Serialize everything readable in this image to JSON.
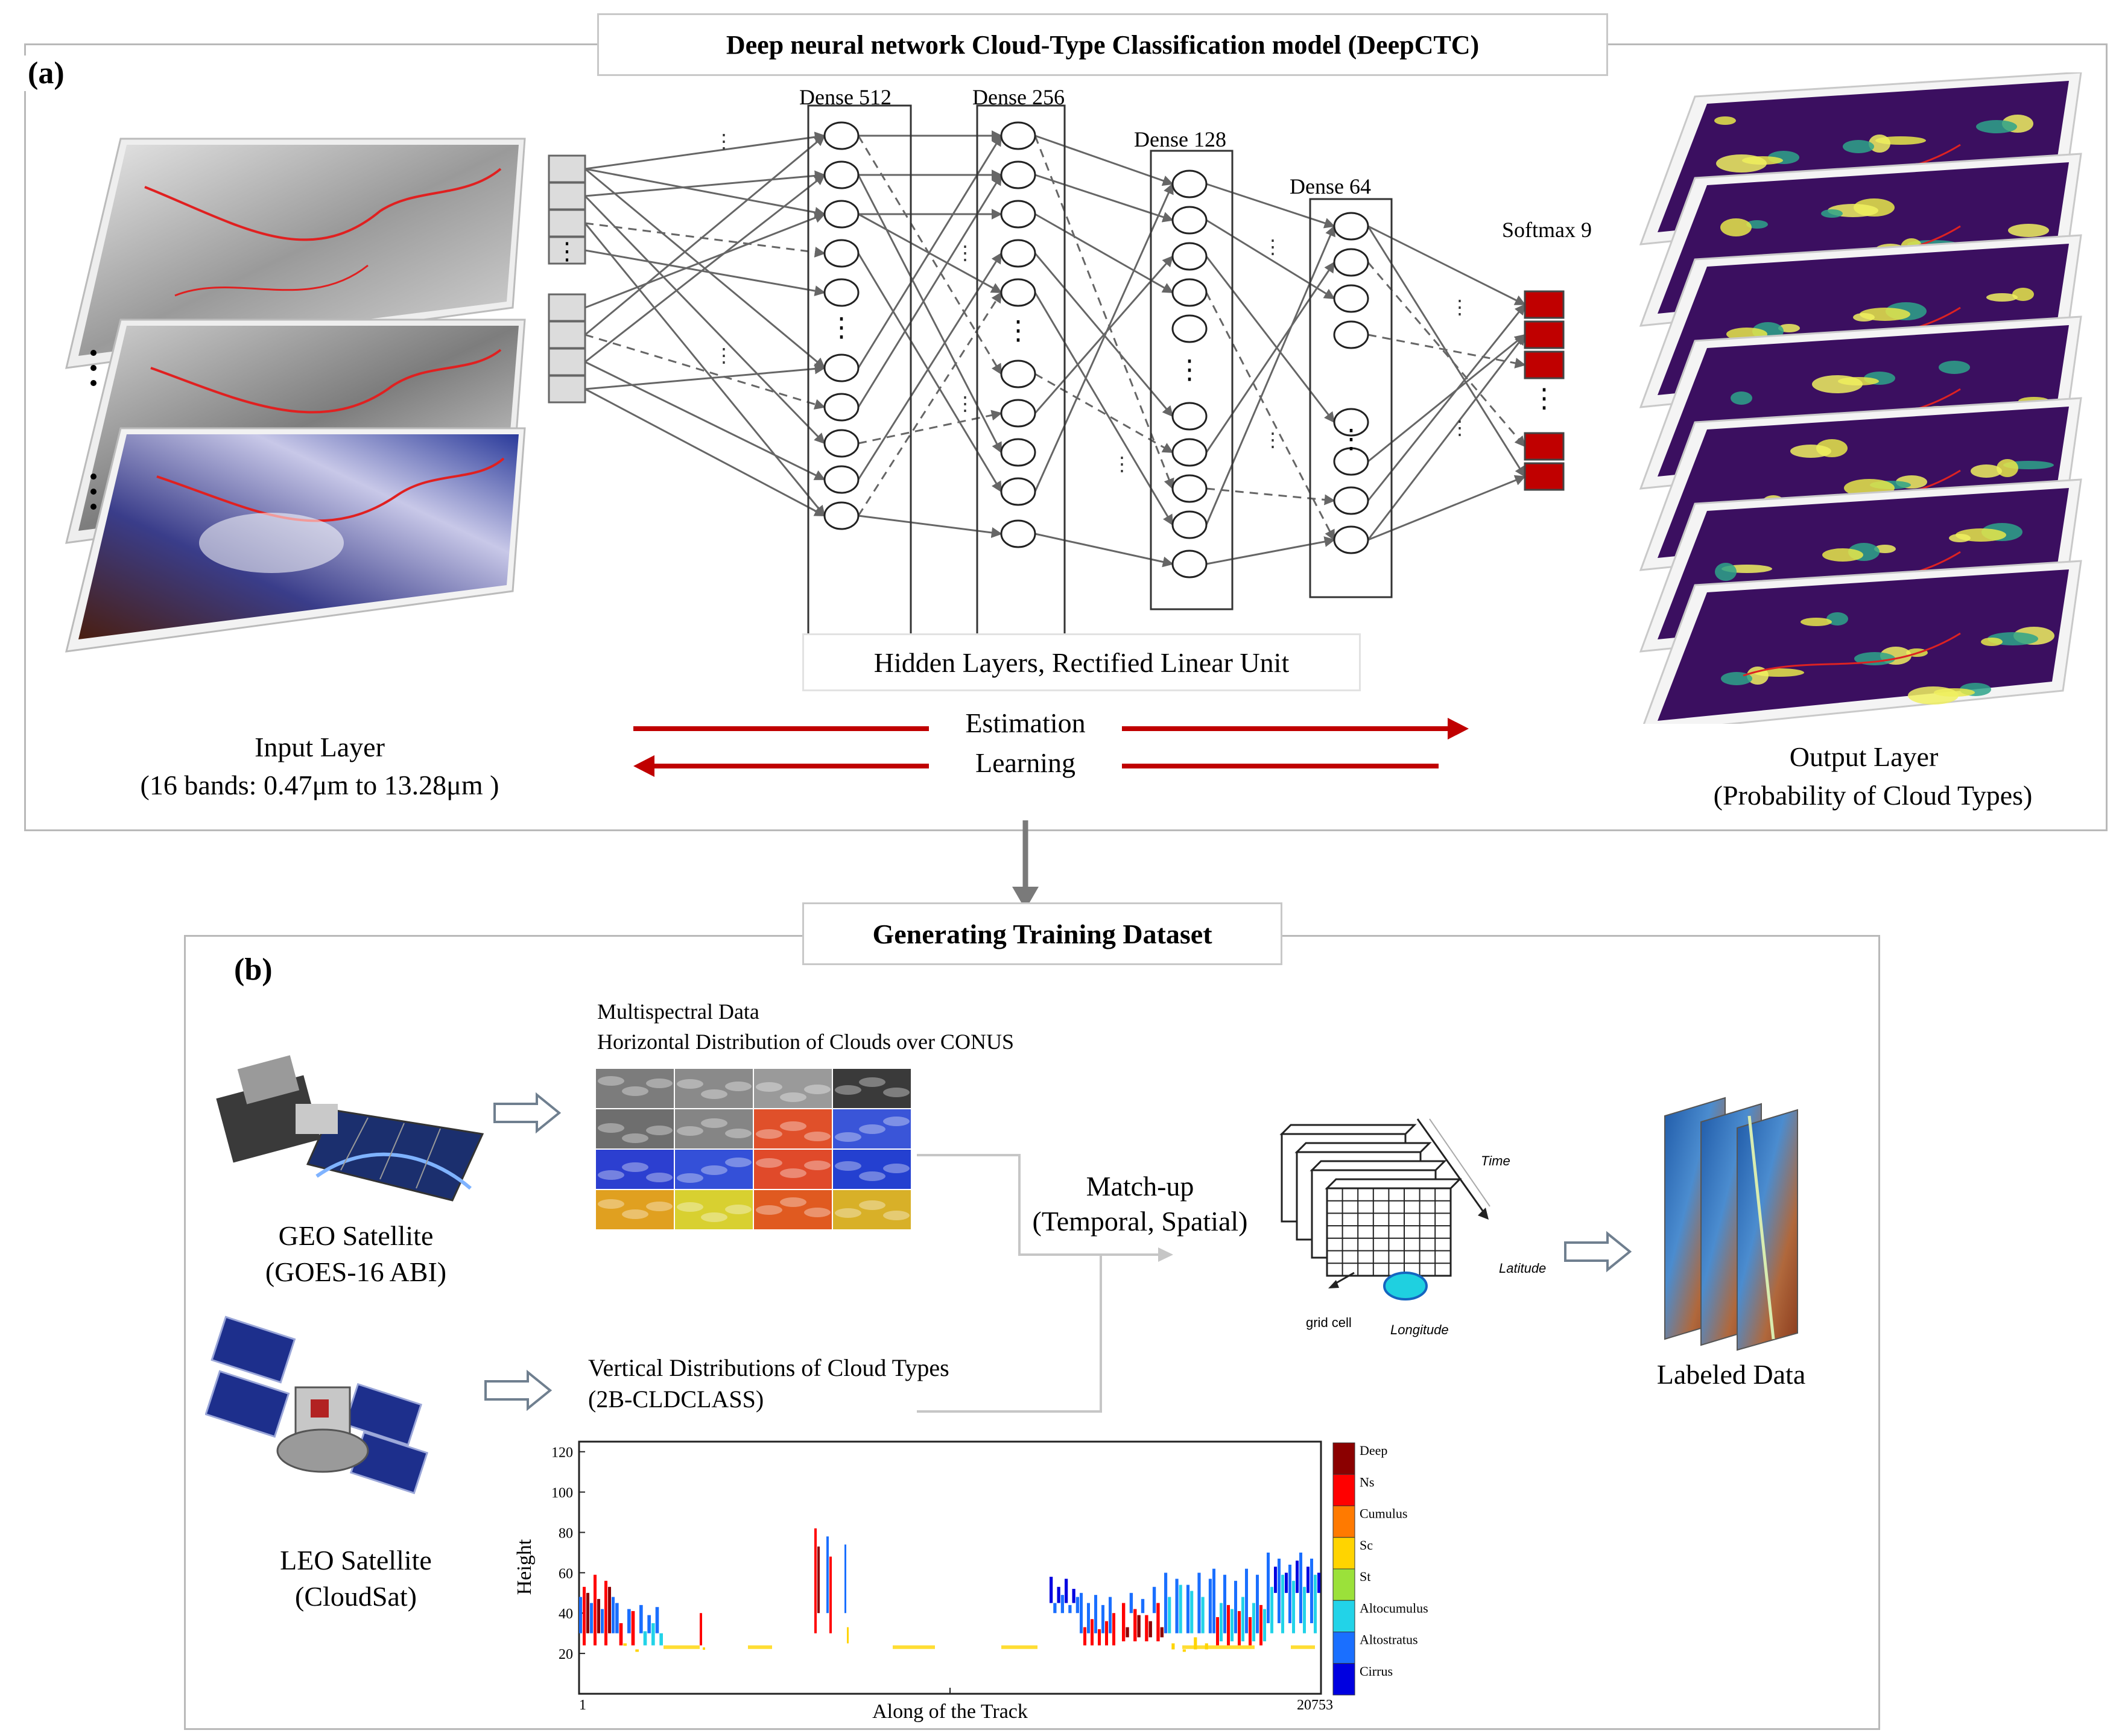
{
  "panel_a": {
    "tag": "(a)",
    "title": "Deep neural network Cloud-Type Classification model (DeepCTC)",
    "layers": [
      {
        "label": "Dense 512"
      },
      {
        "label": "Dense 256"
      },
      {
        "label": "Dense 128"
      },
      {
        "label": "Dense 64"
      },
      {
        "label": "Softmax 9"
      }
    ],
    "hidden_caption": "Hidden Layers, Rectified Linear Unit",
    "estimation": "Estimation",
    "learning": "Learning",
    "input_title": "Input Layer",
    "input_sub": "(16 bands: 0.47μm to 13.28μm )",
    "output_title": "Output Layer",
    "output_sub": "(Probability of Cloud Types)"
  },
  "panel_b": {
    "tag": "(b)",
    "title": "Generating Training Dataset",
    "multispectral_line1": "Multispectral Data",
    "multispectral_line2": "Horizontal Distribution of Clouds over CONUS",
    "geo_line1": "GEO Satellite",
    "geo_line2": "(GOES-16 ABI)",
    "leo_line1": "LEO Satellite",
    "leo_line2": "(CloudSat)",
    "matchup_line1": "Match-up",
    "matchup_line2": "(Temporal, Spatial)",
    "vertical_line1": "Vertical Distributions of Cloud Types",
    "vertical_line2": "(2B-CLDCLASS)",
    "labeled": "Labeled Data",
    "grid_time": "Time",
    "grid_latitude": "Latitude",
    "grid_longitude": "Longitude",
    "grid_cell": "grid cell"
  },
  "chart_data": {
    "type": "heatmap",
    "xlabel": "Along of the Track",
    "ylabel": "Height",
    "x_ticks": [
      "1",
      "20753"
    ],
    "y_ticks": [
      "20",
      "40",
      "60",
      "80",
      "100",
      "120"
    ],
    "ylim": [
      0,
      125
    ],
    "legend": [
      "Deep",
      "Ns",
      "Cumulus",
      "Sc",
      "St",
      "Altocumulus",
      "Altostratus",
      "Cirrus"
    ],
    "colors": {
      "Deep": "#8b0000",
      "Ns": "#ff0000",
      "Cumulus": "#ff7a00",
      "Sc": "#ffd400",
      "St": "#9be13a",
      "Altocumulus": "#22d3e8",
      "Altostratus": "#1a6fff",
      "Cirrus": "#0000e0"
    }
  },
  "colors": {
    "arrow_red": "#c00000",
    "softmax_red": "#c00000",
    "input_box": "#dcdcdc",
    "panel_border": "#b9b9b9"
  }
}
